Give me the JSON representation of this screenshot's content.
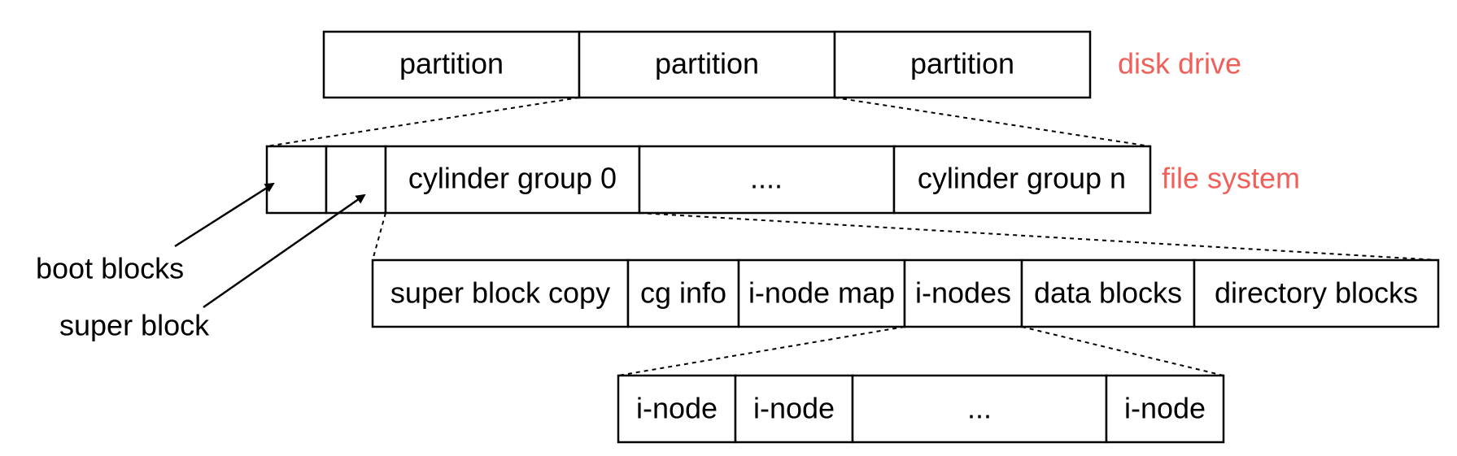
{
  "colors": {
    "accent_label": "#f0605a"
  },
  "disk": {
    "cells": [
      "partition",
      "partition",
      "partition"
    ],
    "label": "disk drive"
  },
  "filesystem": {
    "cells": [
      "",
      "",
      "cylinder group 0",
      "....",
      "cylinder group n"
    ],
    "label": "file system"
  },
  "cylinder_group": {
    "cells": [
      "super block copy",
      "cg info",
      "i-node map",
      "i-nodes",
      "data blocks",
      "directory blocks"
    ]
  },
  "inodes": {
    "cells": [
      "i-node",
      "i-node",
      "...",
      "i-node"
    ]
  },
  "annotations": {
    "boot_blocks": "boot blocks",
    "super_block": "super block"
  }
}
